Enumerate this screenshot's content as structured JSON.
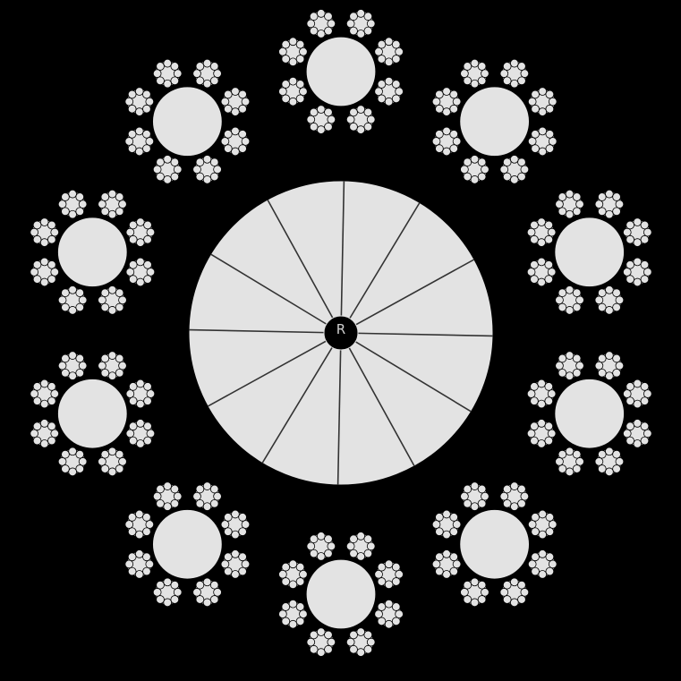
{
  "diagram": {
    "hub_label": "R",
    "outer_rosette_count": 10,
    "wheel_spoke_count": 12,
    "clusters_per_rosette": 8,
    "beads_per_cluster": 8,
    "colors": {
      "background": "#000000",
      "fill": "#e3e3e3",
      "outline": "#000000",
      "hub": "#000000",
      "hub_stroke": "#e3e3e3",
      "hub_text": "#d0d0d0"
    }
  }
}
